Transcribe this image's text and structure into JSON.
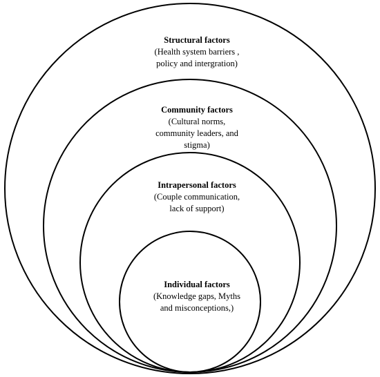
{
  "diagram": {
    "layers": [
      {
        "id": "structural",
        "title": "Structural factors",
        "description_lines": [
          "(Health system barriers ,",
          "policy and intergration)"
        ]
      },
      {
        "id": "community",
        "title": "Community factors",
        "description_lines": [
          "(Cultural norms,",
          "community leaders, and",
          "stigma)"
        ]
      },
      {
        "id": "intrapersonal",
        "title": "Intrapersonal factors",
        "description_lines": [
          "(Couple communication,",
          "lack of support)"
        ]
      },
      {
        "id": "individual",
        "title": "Individual factors",
        "description_lines": [
          "(Knowledge gaps, Myths",
          "and misconceptions,)"
        ]
      }
    ],
    "colors": {
      "stroke": "#000000",
      "background": "#ffffff"
    }
  }
}
